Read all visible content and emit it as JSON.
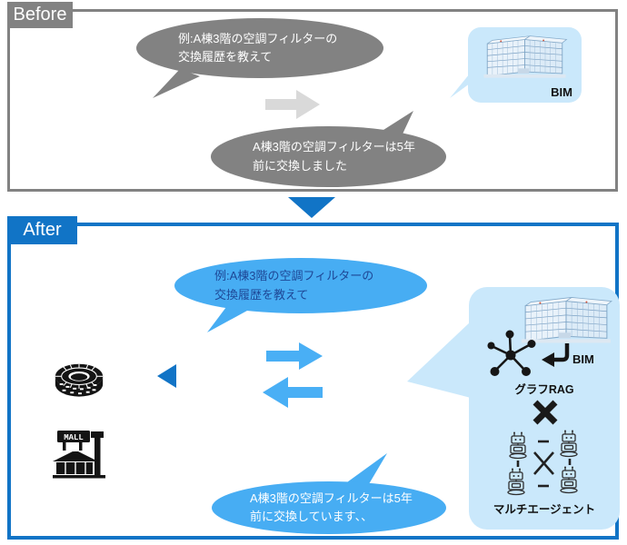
{
  "colors": {
    "gray": "#828282",
    "light_gray_arrow": "#D9D9D9",
    "blue": "#1174C6",
    "bright_blue": "#47ADF3",
    "panel_blue": "#CAE8FB",
    "question_text_blue": "#1E4796",
    "icon_black": "#141414"
  },
  "before": {
    "label": "Before",
    "question": {
      "line1": "例:A棟3階の空調フィルターの",
      "line2": "交換履歴を教えて"
    },
    "answer": {
      "line1": "A棟3階の空調フィルターは5年",
      "line2": "前に交換しました"
    },
    "bim_label": "BIM"
  },
  "after": {
    "label": "After",
    "question": {
      "line1": "例:A棟3階の空調フィルターの",
      "line2": "交換履歴を教えて"
    },
    "answer": {
      "line1": "A棟3階の空調フィルターは5年",
      "line2": "前に交換しています、、"
    },
    "panel": {
      "bim_label": "BIM",
      "graph_rag_label": "グラフRAG",
      "multi_agent_label": "マルチエージェント"
    },
    "mall_sign": "MALL"
  },
  "icons": {
    "bim_building": "3d-building-model-icon",
    "graph_rag": "network-graph-icon",
    "return_arrow": "curved-left-arrow-icon",
    "cross": "multiply-x-icon",
    "multi_agent": "four-robots-network-icon",
    "stadium": "stadium-icon",
    "mall": "mall-building-icon"
  }
}
